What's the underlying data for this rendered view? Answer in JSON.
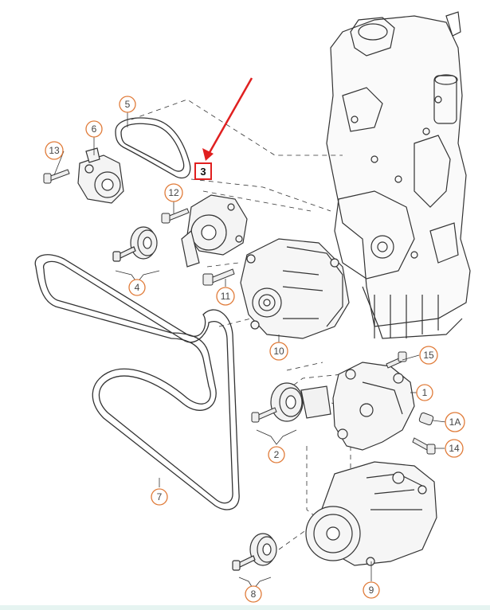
{
  "callouts": {
    "c1": "1",
    "c1A": "1A",
    "c2": "2",
    "c3": "3",
    "c4": "4",
    "c5": "5",
    "c6": "6",
    "c7": "7",
    "c8": "8",
    "c9": "9",
    "c10": "10",
    "c11": "11",
    "c12": "12",
    "c13": "13",
    "c14": "14",
    "c15": "15"
  },
  "colors": {
    "callout_orange": "#e07b39",
    "highlight_red": "#e02020",
    "line_gray": "#333333"
  }
}
